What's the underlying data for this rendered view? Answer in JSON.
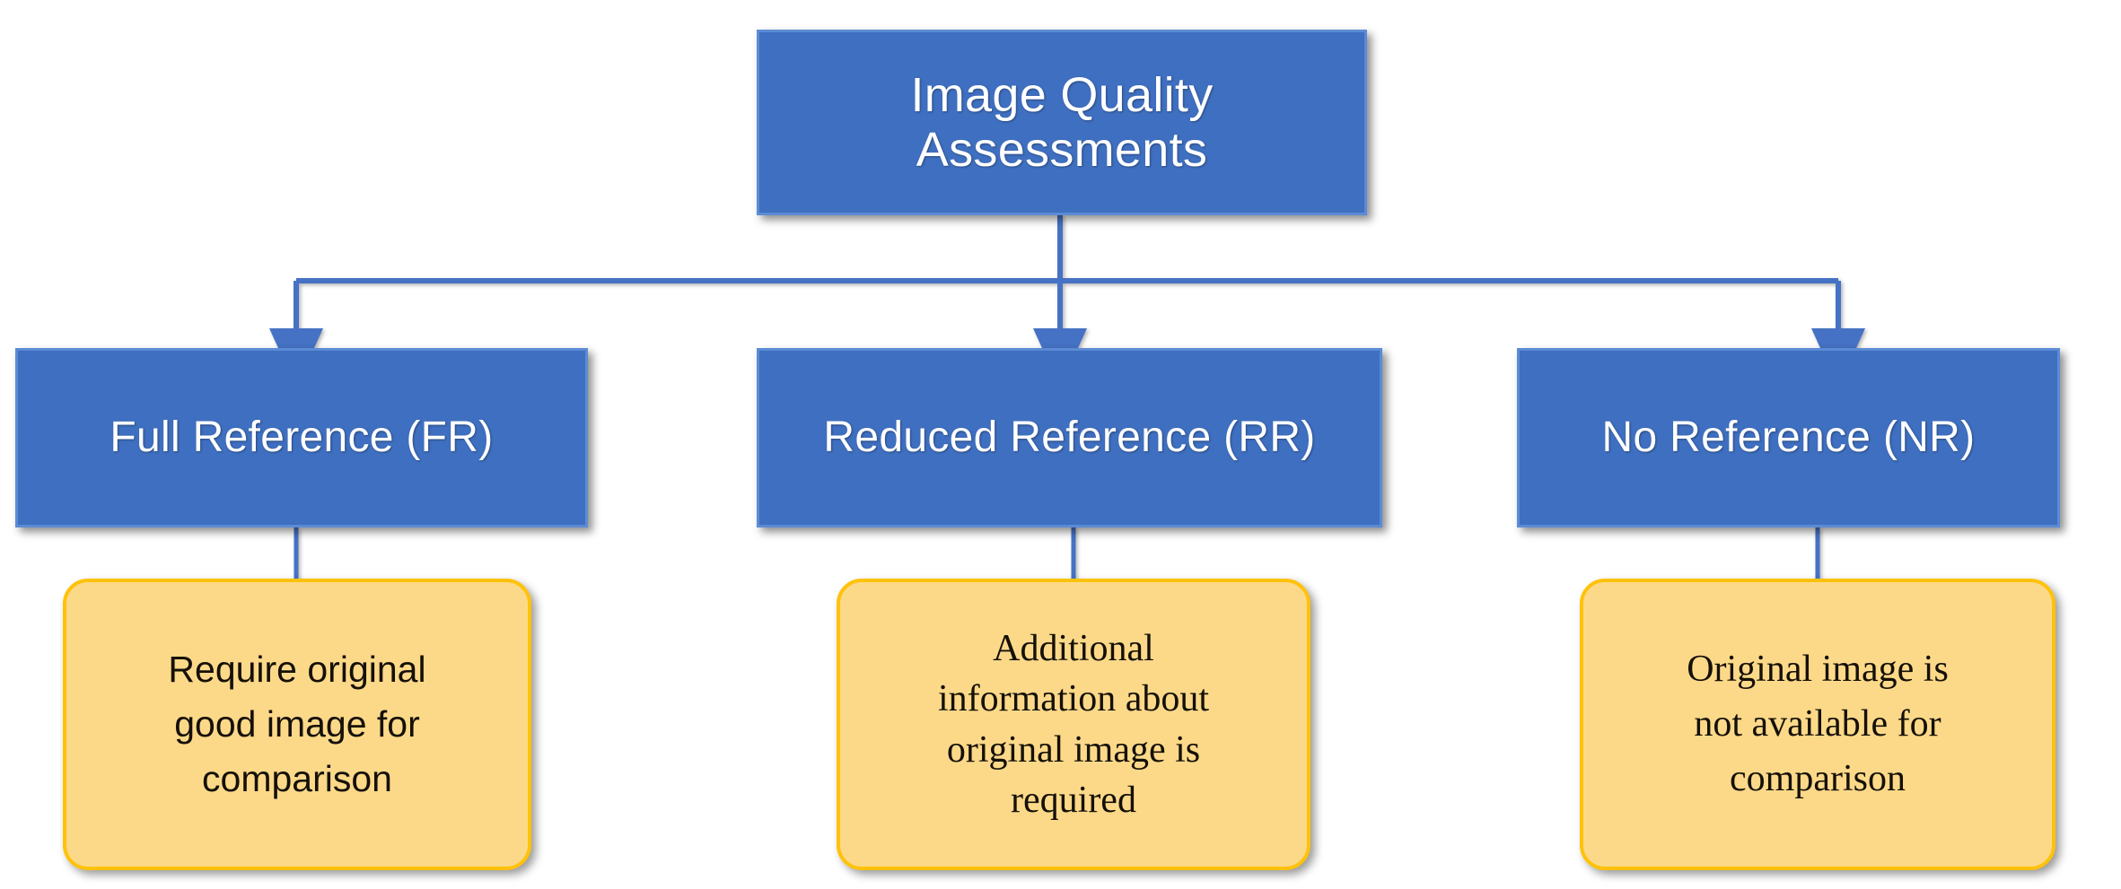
{
  "diagram": {
    "title": "Image Quality Assessments taxonomy flowchart",
    "colors": {
      "blue_fill": "#3f6fc0",
      "blue_border": "#5b8bd4",
      "orange_fill": "#fcd989",
      "orange_border": "#ffc20a",
      "connector": "#4472c4",
      "blue_text": "#ffffff",
      "orange_text": "#151008",
      "background": "#ffffff"
    },
    "root": {
      "label": "Image Quality\nAssessments"
    },
    "categories": [
      {
        "id": "fr",
        "label": "Full Reference (FR)",
        "description": "Require original\ngood image for\ncomparison"
      },
      {
        "id": "rr",
        "label": "Reduced Reference (RR)",
        "description": "Additional\ninformation about\noriginal image is\nrequired"
      },
      {
        "id": "nr",
        "label": "No Reference (NR)",
        "description": "Original image is\nnot available for\ncomparison"
      }
    ]
  }
}
